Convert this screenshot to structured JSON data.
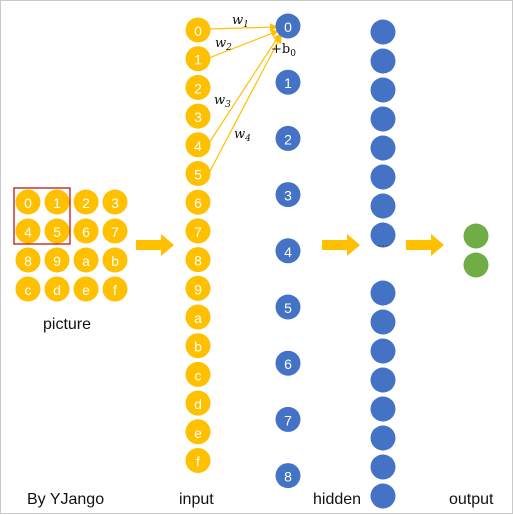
{
  "colors": {
    "input_node": "#FFC000",
    "hidden_node": "#4472C4",
    "output_node": "#70AD47",
    "arrow": "#FFC000",
    "patch_border": "#C00000"
  },
  "picture": {
    "label": "picture",
    "cells": [
      "0",
      "1",
      "2",
      "3",
      "4",
      "5",
      "6",
      "7",
      "8",
      "9",
      "a",
      "b",
      "c",
      "d",
      "e",
      "f"
    ]
  },
  "input": {
    "label": "input",
    "nodes": [
      "0",
      "1",
      "2",
      "3",
      "4",
      "5",
      "6",
      "7",
      "8",
      "9",
      "a",
      "b",
      "c",
      "d",
      "e",
      "f"
    ]
  },
  "hidden_first": {
    "nodes": [
      "0",
      "1",
      "2",
      "3",
      "4",
      "5",
      "6",
      "7",
      "8"
    ]
  },
  "weights": {
    "w1": {
      "sym": "w",
      "sub": "1"
    },
    "w2": {
      "sym": "w",
      "sub": "2"
    },
    "w3": {
      "sym": "w",
      "sub": "3"
    },
    "w4": {
      "sym": "w",
      "sub": "4"
    },
    "bias": {
      "prefix": "+b",
      "sub": "0"
    }
  },
  "hidden": {
    "label": "hidden",
    "ellipsis": "···",
    "node_count": 16
  },
  "output": {
    "label": "output",
    "node_count": 2
  },
  "credit": "By YJango"
}
